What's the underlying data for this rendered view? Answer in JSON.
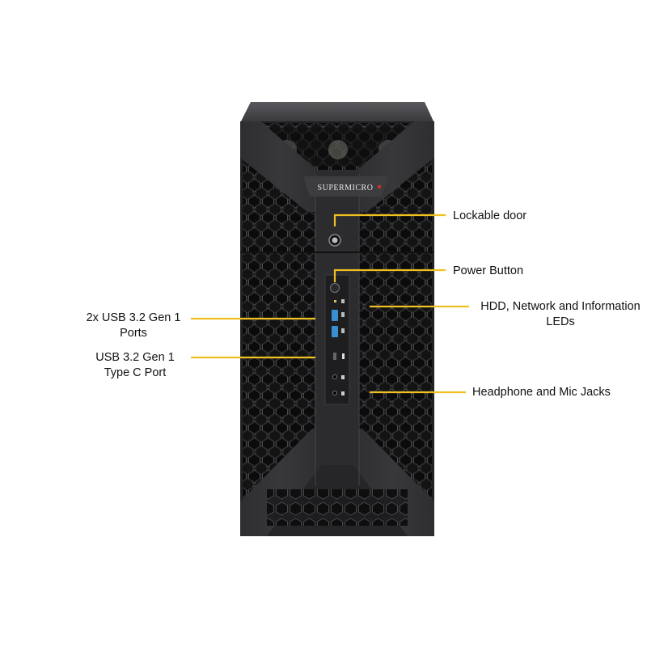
{
  "product": {
    "brand_label": "SUPERMICRO",
    "accent_color": "#f0c020",
    "case_color": "#2a2a2c"
  },
  "callouts": {
    "lockable_door": "Lockable door",
    "power_button": "Power Button",
    "leds_line1": "HDD, Network and Information",
    "leds_line2": "LEDs",
    "audio_jacks": "Headphone and Mic Jacks",
    "usb_a_line1": "2x USB 3.2 Gen 1",
    "usb_a_line2": "Ports",
    "usb_c_line1": "USB 3.2 Gen 1",
    "usb_c_line2": "Type C Port"
  }
}
